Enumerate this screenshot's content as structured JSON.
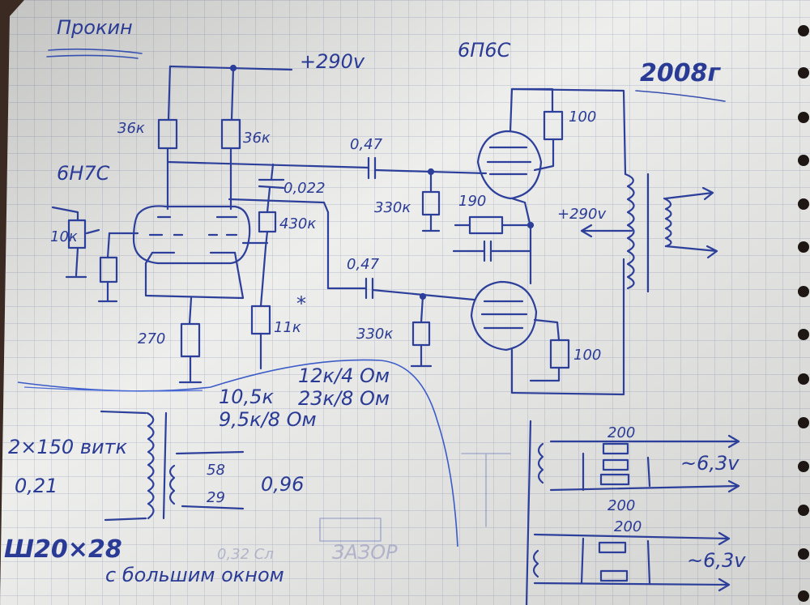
{
  "header": {
    "author": "Прокин",
    "tube_output": "6П6С",
    "year": "2008г",
    "supply": "+290v"
  },
  "labels": {
    "tube_input": "6Н7С",
    "r_load_left": "36к",
    "r_load_right": "36к",
    "c_coupling_top": "0,47",
    "c_small": "0,022",
    "r_430k": "430к",
    "r_grid_top": "330к",
    "r_cathode_190": "190",
    "r_100_top": "100",
    "supply_mid": "+290v",
    "r_pot": "10к",
    "c_coupling_bot": "0,47",
    "r_11k": "11к",
    "r_270": "270",
    "r_grid_bot": "330к",
    "r_100_bot": "100",
    "star": "*",
    "ot_line1": "12к/4 Ом",
    "ot_line2": "23к/8 Ом",
    "ot_line3": "10,5к",
    "ot_line4": "9,5к/8 Ом",
    "pt_left1": "2×150 витк",
    "pt_left2": "0,21",
    "pt_mid1": "58",
    "pt_mid2": "29",
    "pt_mid3": "0,96",
    "core_label": "Ш20×28",
    "window_note": "с большим окном",
    "pale1": "0,32 Сл",
    "pale2": "ЗАЗОР",
    "filament_r1": "200",
    "filament_r2": "200",
    "filament_r3": "200",
    "filament_v1": "~6,3v",
    "filament_v2": "~6,3v"
  },
  "colors": {
    "paper": "#eeeeec",
    "grid": "#b9bfd2",
    "ink": "#2c3f9a",
    "background": "#3a2a22"
  }
}
